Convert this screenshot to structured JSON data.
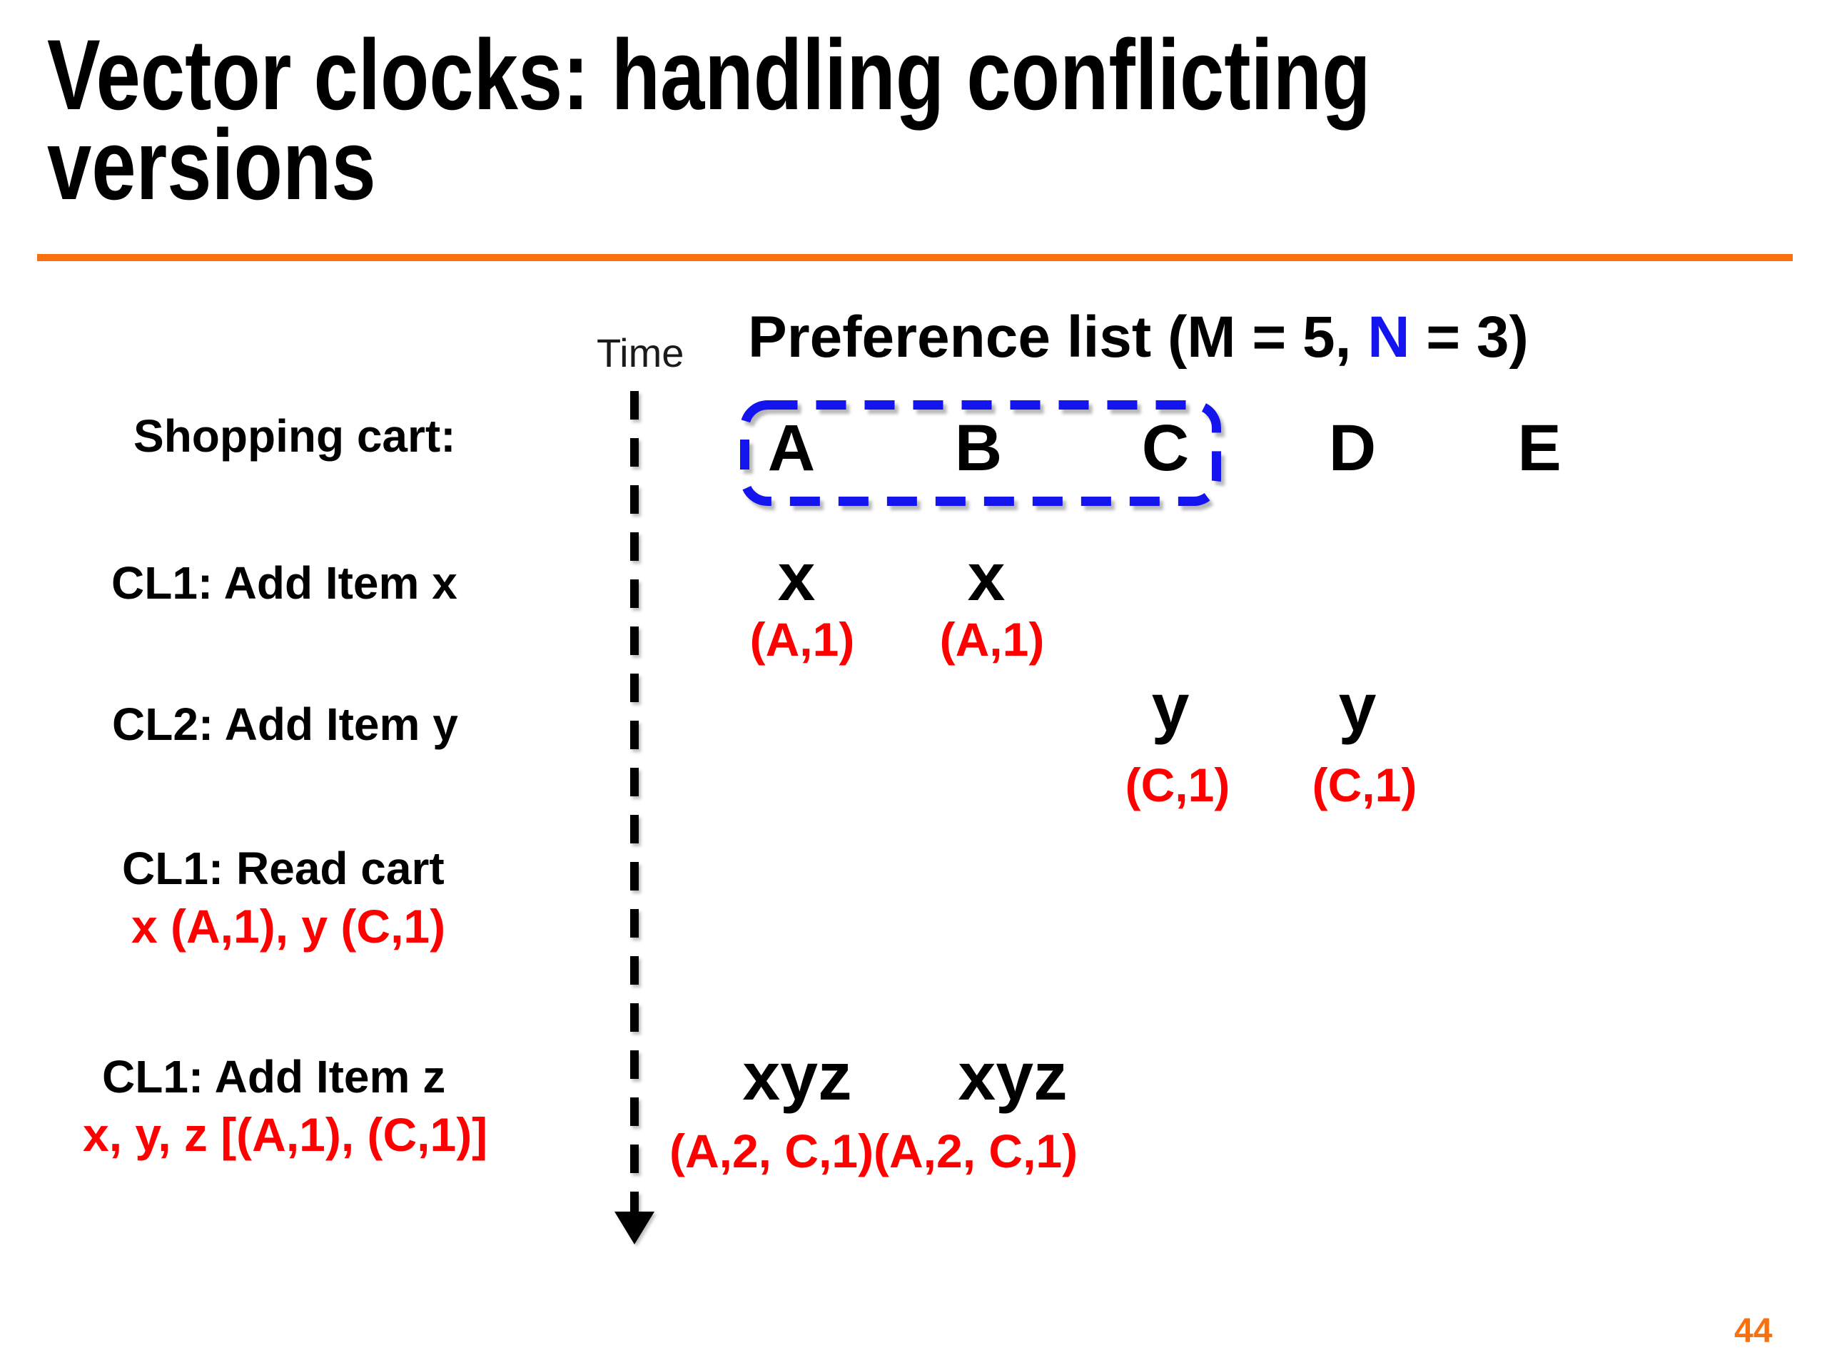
{
  "slide": {
    "title_line1": "Vector clocks: handling conflicting",
    "title_line2": "versions",
    "page_number": "44"
  },
  "header": {
    "prefix": "Preference list (M = 5, ",
    "n_highlight": "N",
    "suffix": " = 3)"
  },
  "time_axis": {
    "label": "Time"
  },
  "preference_list": {
    "nodes": [
      "A",
      "B",
      "C",
      "D",
      "E"
    ],
    "replication_group": [
      "A",
      "B",
      "C"
    ]
  },
  "rows": {
    "shopping_cart": {
      "label": "Shopping cart:"
    },
    "cl1_add_x": {
      "label": "CL1: Add Item x",
      "item": "x",
      "clock": "(A,1)"
    },
    "cl2_add_y": {
      "label": "CL2: Add Item y",
      "item": "y",
      "clock": "(C,1)"
    },
    "cl1_read": {
      "label": "CL1: Read cart",
      "read_result": "x (A,1), y (C,1)"
    },
    "cl1_add_z": {
      "label": "CL1: Add Item z",
      "write_context": "x, y, z [(A,1), (C,1)]",
      "item": "xyz",
      "clocks": "(A,2, C,1)(A,2, C,1)"
    }
  },
  "colors": {
    "accent_orange": "#F9700F",
    "highlight_blue": "#1414EE",
    "clock_red": "#FF0000",
    "text_black": "#000000"
  }
}
